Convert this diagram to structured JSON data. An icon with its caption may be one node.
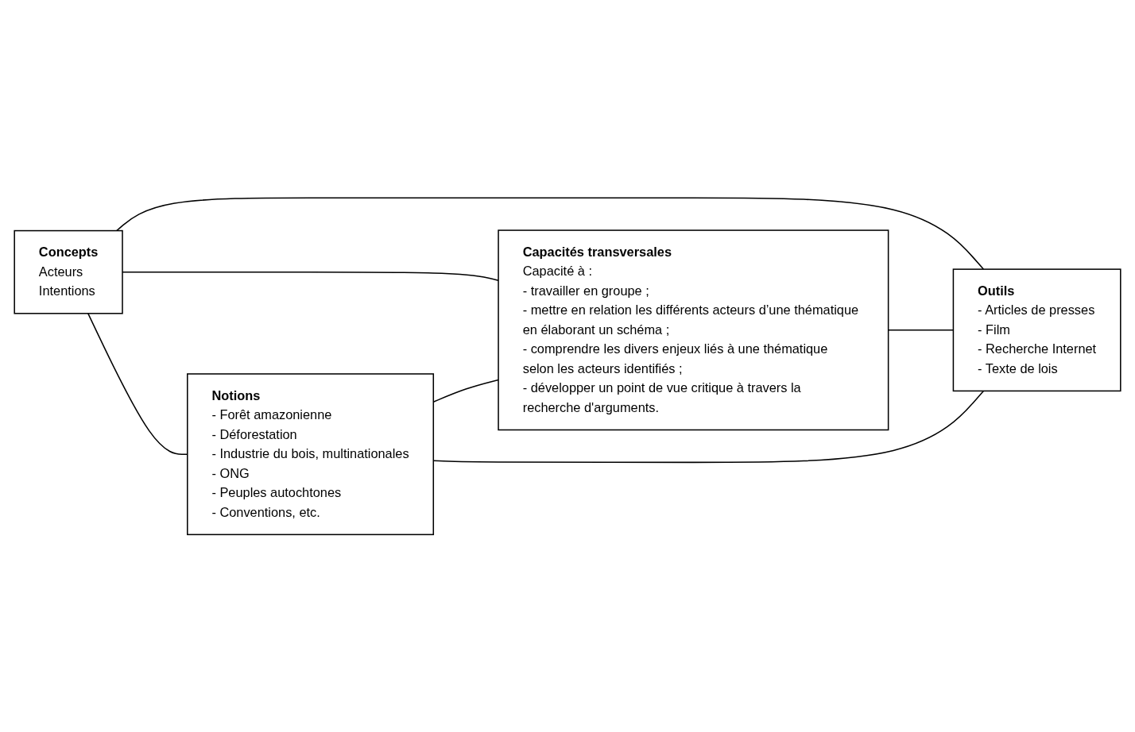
{
  "diagram": {
    "nodes": [
      {
        "text": [
          "Notions",
          "- Forêt amazonienne",
          "- Déforestation",
          "- Industrie du bois, multinationales",
          "- ONG",
          "- Peuples autochtones",
          "- Conventions, etc."
        ]
      },
      {
        "text": [
          "Concepts",
          "Acteurs",
          "Intentions"
        ]
      },
      {
        "text": [
          "Outils",
          "- Articles de presses",
          "- Film",
          "- Recherche Internet",
          "- Texte de lois"
        ]
      },
      {
        "text": [
          "Capacités transversales",
          "Capacité à :",
          "- travailler en groupe ;",
          "- mettre en relation les différents acteurs d’une thématique en élaborant un schéma ;",
          "- comprendre les divers enjeux liés à une thématique selon les acteurs identifiés ;",
          "- développer un point de vue critique à travers la recherche d'arguments."
        ]
      }
    ],
    "edges": [
      {
        "from": 1,
        "to": 0,
        "arrow": "none"
      },
      {
        "from": 1,
        "to": 2,
        "arrow": "none"
      },
      {
        "from": 1,
        "to": 3,
        "arrow": "none"
      },
      {
        "from": 2,
        "to": 0,
        "arrow": "none"
      },
      {
        "from": 0,
        "to": 3,
        "arrow": "none"
      },
      {
        "from": 3,
        "to": 2,
        "arrow": "none"
      }
    ]
  }
}
